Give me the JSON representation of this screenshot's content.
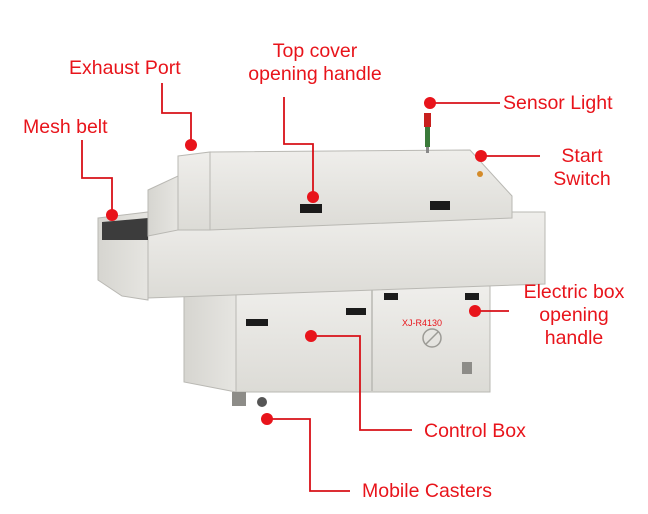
{
  "colors": {
    "label": "#e8141b",
    "leader": "#d81118",
    "machine_body": "#e9e8e4",
    "machine_shadow": "#c9c8c3",
    "panel_slot": "#1b1b1b"
  },
  "machine": {
    "nameplate": "XJ-R4130",
    "icon": "reflow-oven-machine"
  },
  "callouts": {
    "exhaust_port": "Exhaust Port",
    "top_cover_line1": "Top cover",
    "top_cover_line2": "opening handle",
    "sensor_light": "Sensor Light",
    "mesh_belt": "Mesh belt",
    "start_line1": "Start",
    "start_line2": "Switch",
    "electric_line1": "Electric box",
    "electric_line2": "opening",
    "electric_line3": "handle",
    "control_box": "Control Box",
    "mobile_casters": "Mobile Casters"
  }
}
